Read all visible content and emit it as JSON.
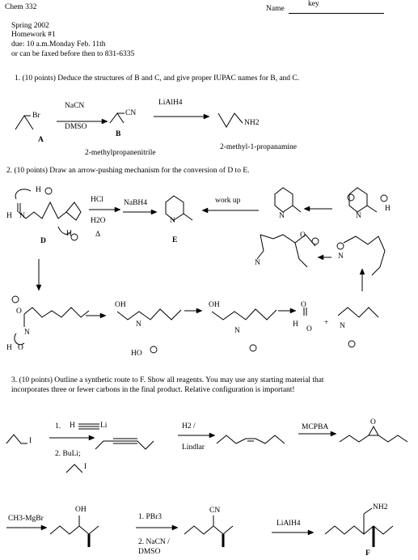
{
  "header": {
    "course": "Chem 332",
    "name_label": "Name",
    "name_value": "key",
    "term": "Spring 2002",
    "assignment": "Homework #1",
    "due": "due:  10 a.m.Monday Feb. 11th",
    "fax": "or can be faxed before then to 831-6335"
  },
  "problem1": {
    "prompt": "1. (10 points)  Deduce the structures of B and C, and give proper IUPAC names for B, and C.",
    "reagent1_top": "NaCN",
    "reagent1_bottom": "DMSO",
    "reagent2_top": "LiAlH4",
    "label_a": "A",
    "label_b": "B",
    "name_b": "2-methylpropanenitrile",
    "name_c": "2-methyl-1-propanamine",
    "group_br": "Br",
    "group_cn": "CN",
    "group_nh2": "NH2"
  },
  "problem2": {
    "prompt": "2. (10 points)  Draw an arrow-pushing mechanism for the conversion of D to E.",
    "reagent_hcl": "HCl",
    "reagent_h2o": "H2O",
    "reagent_delta": "Δ",
    "reagent_nabh4": "NaBH4",
    "workup": "work up",
    "label_d": "D",
    "label_e": "E",
    "plus": "+"
  },
  "problem3": {
    "prompt_line1": "3.  (10 points) Outline a synthetic route to F. Show all reagents. You may use any starting material that",
    "prompt_line2": "incorporates three or fewer carbons in the final product. Relative configuration is important!",
    "step1_reagent1": "1.",
    "step1_reagent1_group": "Li",
    "step1_reagent2": "2. BuLi;",
    "step2_top": "H2 /",
    "step2_bottom": "Lindlar",
    "step3_top": "MCPBA",
    "step4_top": "CH3-MgBr",
    "step5_top": "1. PBr3",
    "step5_bottom1": "2. NaCN /",
    "step5_bottom2": "DMSO",
    "step6_top": "LiAlH4",
    "group_i": "I",
    "group_oh": "OH",
    "group_cn": "CN",
    "group_nh2": "NH2",
    "label_f": "F"
  }
}
